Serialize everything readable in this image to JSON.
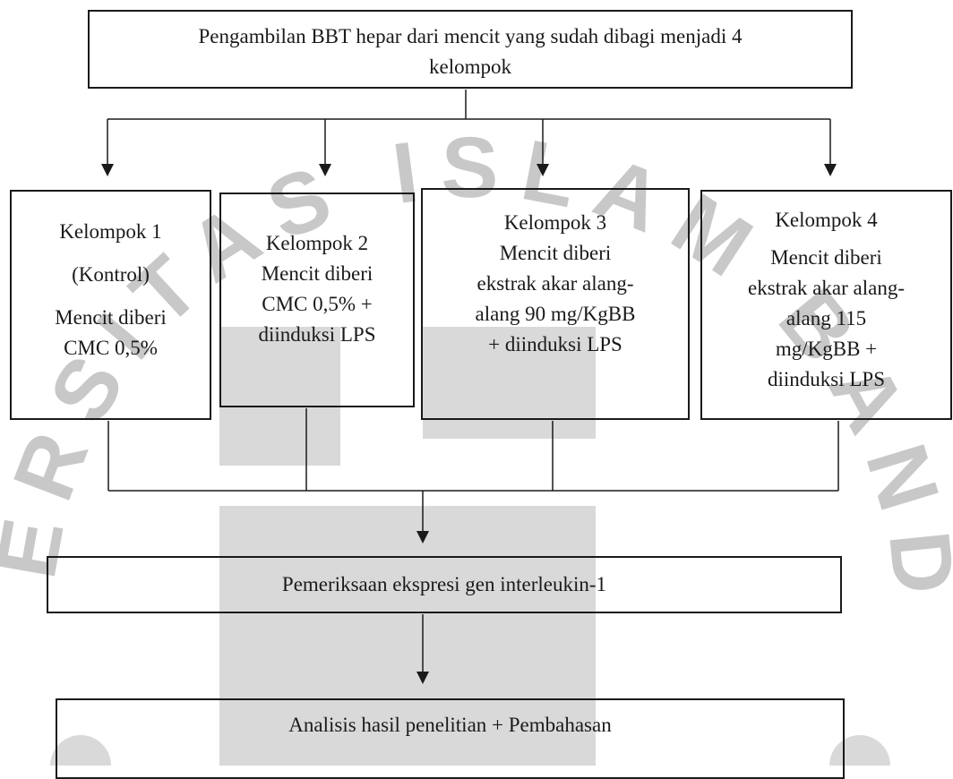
{
  "top": {
    "line1": "Pengambilan BBT hepar dari mencit yang sudah dibagi menjadi 4",
    "line2": "kelompok"
  },
  "groups": [
    {
      "title": "Kelompok 1",
      "lines": [
        "(Kontrol)",
        "Mencit diberi",
        "CMC 0,5%"
      ]
    },
    {
      "title": "Kelompok 2",
      "lines": [
        "Mencit diberi",
        "CMC 0,5% +",
        "diinduksi LPS"
      ]
    },
    {
      "title": "Kelompok 3",
      "lines": [
        "Mencit diberi",
        "ekstrak akar alang-",
        "alang 90 mg/KgBB",
        "+ diinduksi LPS"
      ]
    },
    {
      "title": "Kelompok 4",
      "lines": [
        "Mencit diberi",
        "ekstrak akar alang-",
        "alang 115",
        "mg/KgBB +",
        "diinduksi LPS"
      ]
    }
  ],
  "exam": {
    "label": "Pemeriksaan ekspresi gen interleukin-1"
  },
  "analysis": {
    "label": "Analisis hasil penelitian + Pembahasan"
  },
  "watermark": {
    "text": "UNIVERSITAS ISLAM BANDUNG"
  },
  "colors": {
    "line": "#1a1a1a",
    "watermark": "#c8c8c8",
    "watermark_block": "#d9d9d9"
  }
}
